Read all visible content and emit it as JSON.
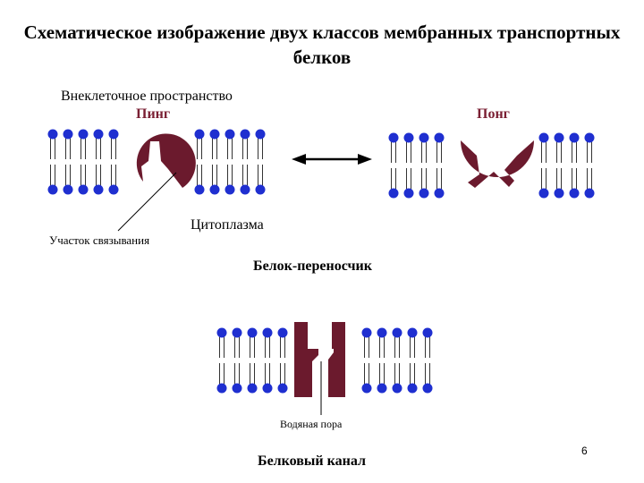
{
  "title": "Схематическое изображение двух классов мембранных транспортных белков",
  "labels": {
    "extracellular": "Внеклеточное пространство",
    "ping": "Пинг",
    "pong": "Понг",
    "cytoplasm": "Цитоплазма",
    "binding_site": "Участок связывания",
    "carrier_protein": "Белок-переносчик",
    "water_pore": "Водяная пора",
    "protein_channel": "Белковый канал"
  },
  "page_number": "6",
  "colors": {
    "protein": "#6b1a2d",
    "lipid_head": "#1f2fd0",
    "lipid_tail": "#333333"
  }
}
